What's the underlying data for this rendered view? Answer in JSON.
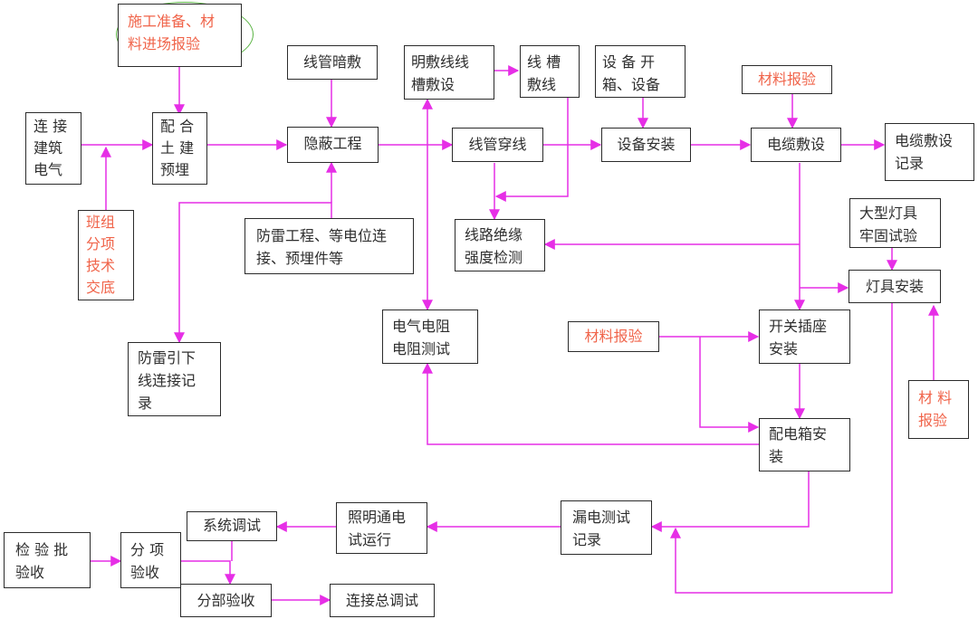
{
  "nodes": {
    "n01": "施工准备、材\n料进场报验",
    "n02": "线管暗敷",
    "n03": "明敷线线\n槽敷设",
    "n04": "线 槽\n敷线",
    "n05": "设 备 开\n箱、设备",
    "n06": "材料报验",
    "n07": "连 接\n建筑\n电气",
    "n08": "配 合\n土 建\n预埋",
    "n09": "隐蔽工程",
    "n10": "线管穿线",
    "n11": "设备安装",
    "n12": "电缆敷设",
    "n13": "电缆敷设\n记录",
    "n14": "班组\n分项\n技术\n交底",
    "n15": "防雷工程、等电位连\n接、预埋件等",
    "n16": "线路绝缘\n强度检测",
    "n17": "大型灯具\n牢固试验",
    "n18": "灯具安装",
    "n19": "防雷引下\n线连接记\n录",
    "n20": "电气电阻\n电阻测试",
    "n21": "材料报验",
    "n22": "开关插座\n安装",
    "n23": "材 料\n报验",
    "n24": "配电箱安\n装",
    "n25": "系统调试",
    "n26": "照明通电\n试运行",
    "n27": "漏电测试\n记录",
    "n28": "检 验 批\n验收",
    "n29": "分 项\n验收",
    "n30": "分部验收",
    "n31": "连接总调试"
  },
  "colors": {
    "arrow": "#e62ee6",
    "box_border": "#2b2b2b",
    "text": "#2f2f2f",
    "highlight_text": "#f0644a",
    "ellipse": "#59b342"
  }
}
